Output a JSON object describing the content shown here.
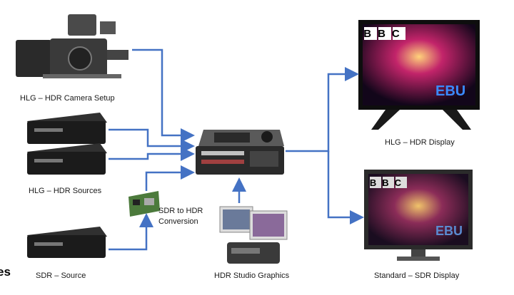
{
  "labels": {
    "camera": "HLG – HDR Camera Setup",
    "sources": "HLG – HDR Sources",
    "sdr_source": "SDR – Source",
    "conversion_line1": "SDR to HDR",
    "conversion_line2": "Conversion",
    "graphics": "HDR Studio Graphics",
    "hdr_display": "HLG – HDR Display",
    "sdr_display": "Standard – SDR Display",
    "cut_text": "es"
  },
  "display_text": {
    "hdr_logo": "BBC",
    "hdr_overlay": "EBU",
    "sdr_logo": "BBC",
    "sdr_overlay": "EBU"
  },
  "colors": {
    "arrow": "#4472c4",
    "device_dark": "#1b1b1b",
    "screen_sky": "#2a0d33"
  }
}
